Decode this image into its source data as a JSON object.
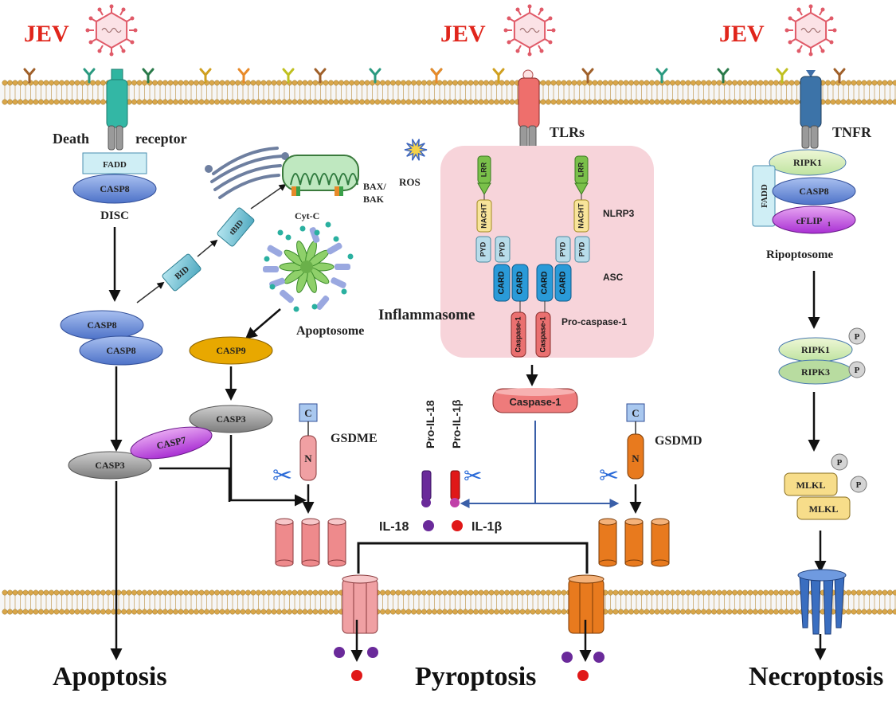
{
  "virus_label": "JEV",
  "receptors": {
    "death_left": "Death",
    "death_right": "receptor",
    "tlrs": "TLRs",
    "tnfr": "TNFR"
  },
  "apoptosis": {
    "fadd": "FADD",
    "casp8": "CASP8",
    "disc": "DISC",
    "casp8_a": "CASP8",
    "casp8_b": "CASP8",
    "bid": "BID",
    "tbid": "tBID",
    "bax_bak": "BAX/",
    "bax_bak2": "BAK",
    "cyt_c": "Cyt-C",
    "apoptosome": "Apoptosome",
    "casp9": "CASP9",
    "casp3_mid": "CASP3",
    "casp7": "CASP7",
    "casp3_left": "CASP3",
    "outcome": "Apoptosis"
  },
  "ros": "ROS",
  "inflammasome": {
    "lrr": "LRR",
    "nacht": "NACHT",
    "pyd": "PYD",
    "card": "CARD",
    "caspase1_domain": "Caspase-1",
    "nlrp3": "NLRP3",
    "asc": "ASC",
    "title": "Inflammasome",
    "pro_caspase1": "Pro-caspase-1",
    "caspase1": "Caspase-1"
  },
  "pyroptosis": {
    "pro_il18": "Pro-IL-18",
    "pro_il1b": "Pro-IL-1β",
    "il18": "IL-18",
    "il1b": "IL-1β",
    "gsdme": "GSDME",
    "gsdmd": "GSDMD",
    "c_label": "C",
    "n_label": "N",
    "outcome": "Pyroptosis"
  },
  "necroptosis": {
    "ripk1": "RIPK1",
    "casp8": "CASP8",
    "cflip": "cFLIP",
    "cflip_sub": "1",
    "fadd": "FADD",
    "ripoptosome": "Ripoptosome",
    "ripk1_p": "RIPK1",
    "ripk3_p": "RIPK3",
    "mlkl_a": "MLKL",
    "mlkl_b": "MLKL",
    "p": "P",
    "outcome": "Necroptosis"
  },
  "colors": {
    "virus": "#e05a68",
    "membrane_head": "#d9a64a",
    "casp8": "#6c8fd8",
    "casp9": "#e0a800",
    "casp3": "#9e9e9e",
    "casp7": "#c25ae0",
    "gsdme": "#ee8a8c",
    "gsdmd": "#e87a1e",
    "inflammasome_bg": "#f7d6dc",
    "card": "#2a9ad8",
    "caspase1": "#ea7070",
    "mlkl": "#f7dd8a",
    "il18": "#6a2a9a",
    "il1b": "#e01818"
  }
}
